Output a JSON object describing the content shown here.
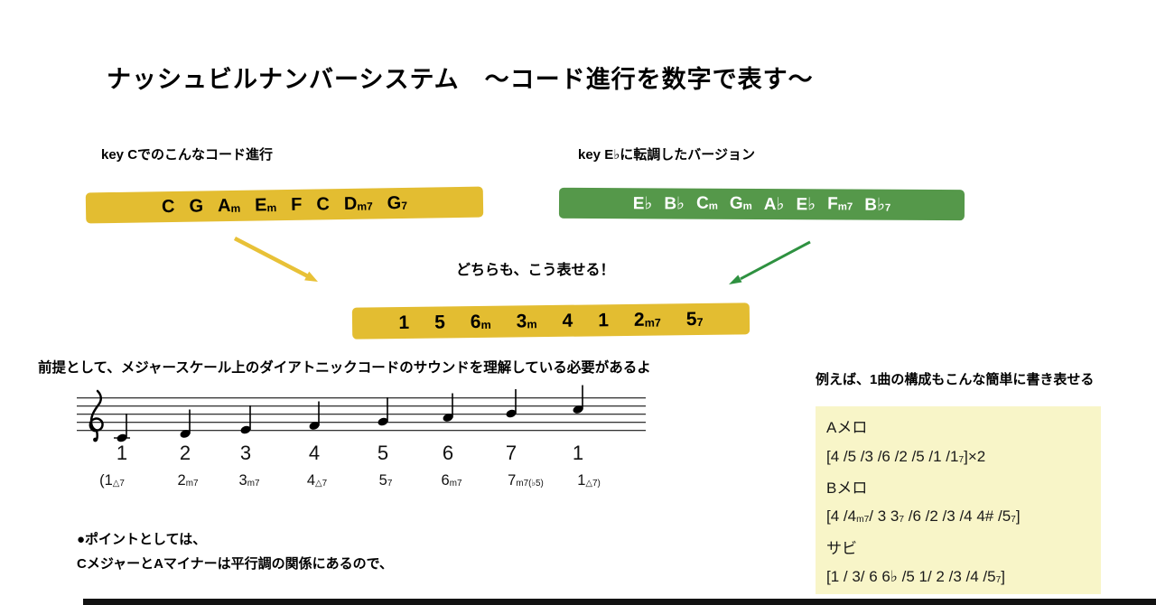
{
  "title": "ナッシュビルナンバーシステム　〜コード進行を数字で表す〜",
  "labels": {
    "key_c": "key Cでのこんなコード進行",
    "key_eb": "key E♭に転調したバージョン",
    "both": "どちらも、こう表せる！",
    "premise": "前提として、メジャースケール上のダイアトニックコードのサウンドを理解している必要があるよ",
    "point_line1": "●ポイントとしては、",
    "point_line2": "CメジャーとAマイナーは平行調の関係にあるので、",
    "example_heading": "例えば、1曲の構成もこんな簡単に書き表せる"
  },
  "chords_key_c": [
    "C",
    "G",
    "A{m}",
    "E{m}",
    "F",
    "C",
    "D{m7}",
    "G{7}"
  ],
  "chords_key_eb": [
    "E♭",
    "B♭",
    "C{m}",
    "G{m}",
    "A♭",
    "E♭",
    "F{m7}",
    "B♭{7}"
  ],
  "numbers_row": [
    "1",
    "5",
    "6{m}",
    "3{m}",
    "4",
    "1",
    "2{m7}",
    "5{7}"
  ],
  "scale": {
    "degrees": [
      "1",
      "2",
      "3",
      "4",
      "5",
      "6",
      "7",
      "1"
    ],
    "qualities": [
      "(1{△7}",
      "2{m7}",
      "3{m7}",
      "4{△7}",
      "5{7}",
      "6{m7}",
      "7{m7(♭5)}",
      "1{△7)}"
    ]
  },
  "song_structure": {
    "a_label": "Aメロ",
    "a_line": "[4 /5 /3 /6 /2 /5 /1 /1{7}]×2",
    "b_label": "Bメロ",
    "b_line": "[4 /4{m7}/ 3 3{7} /6 /2 /3 /4 4# /5{7}]",
    "sabi_label": "サビ",
    "sabi_line": "[1 / 3/ 6 6♭ /5 1/ 2 /3 /4 /5{7}]"
  },
  "colors": {
    "highlight_yellow": "#e3bd31",
    "highlight_green": "#55984a",
    "box_yellow": "#f8f5c8",
    "arrow_yellow": "#e8c137",
    "arrow_green": "#2e9140"
  }
}
